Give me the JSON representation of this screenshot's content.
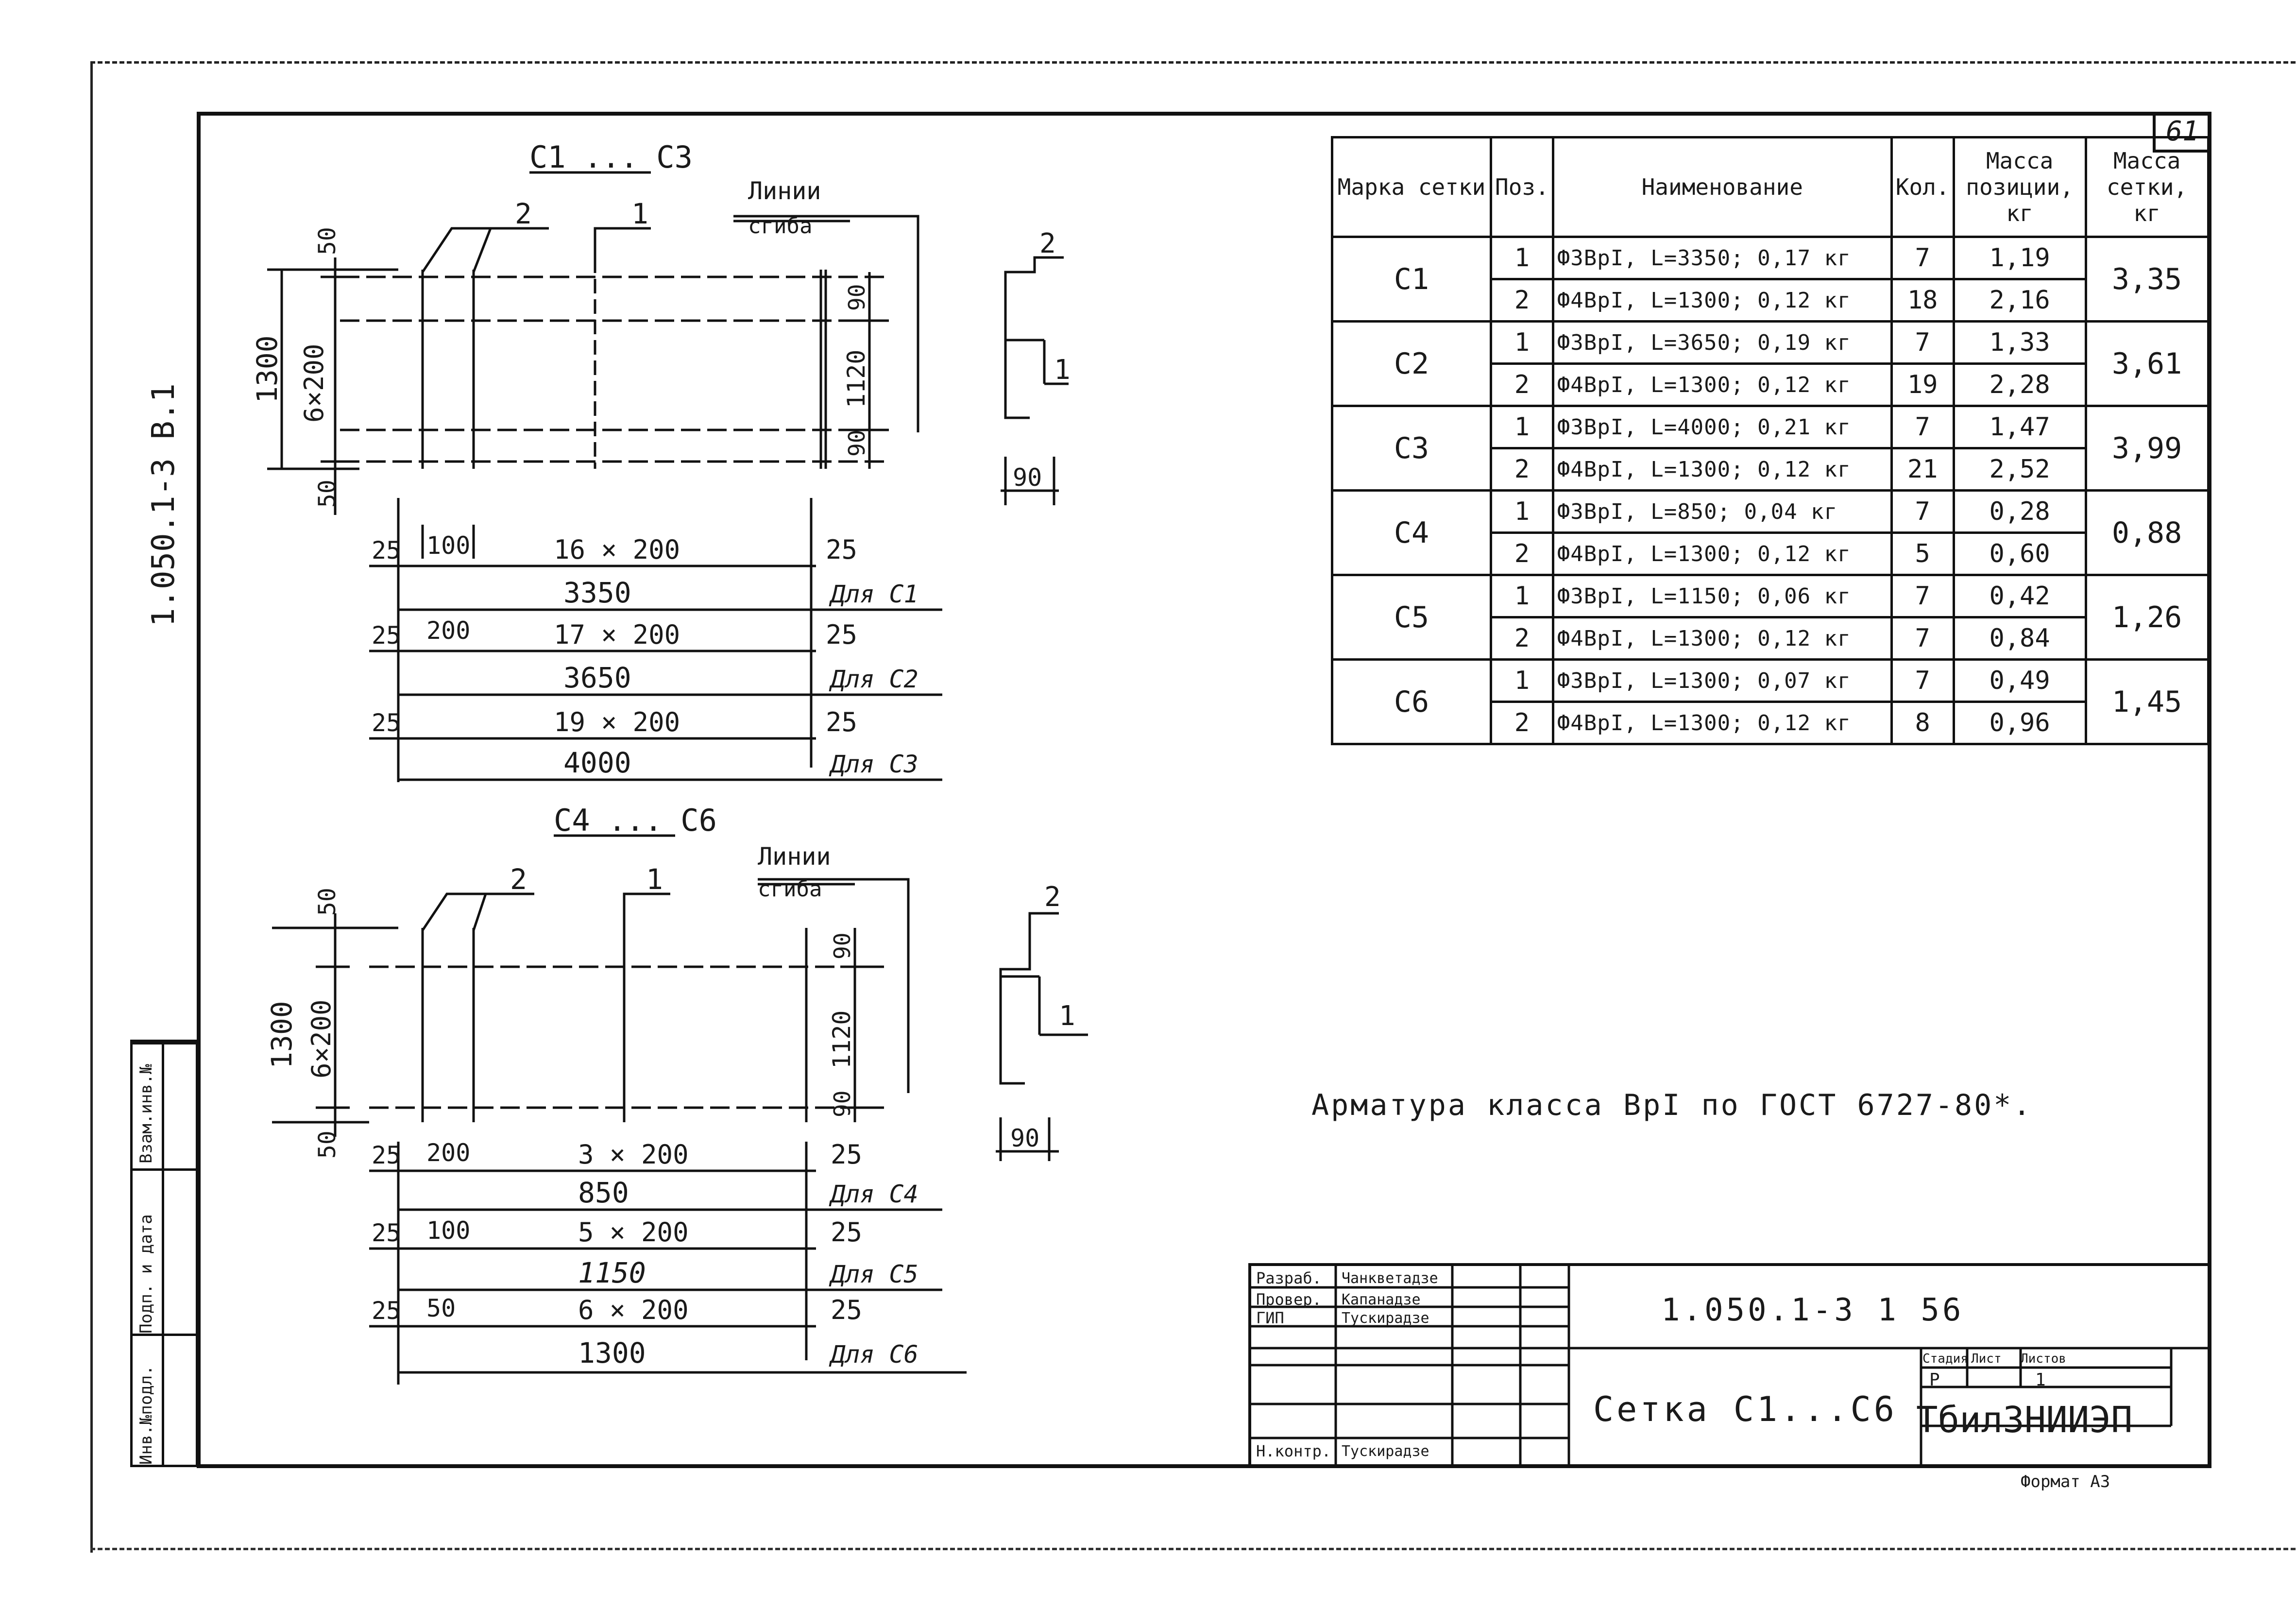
{
  "page_number": "61",
  "left_code": "1.050.1-3  B.1",
  "stamp_strip": [
    "Инв.№подл.",
    "Подп. и дата",
    "Взам.инв.№"
  ],
  "drawing_top": {
    "title": "C1 ... C3",
    "pos1": "1",
    "pos2": "2",
    "bend_label": "Линии",
    "bend_label2": "сгиба",
    "height_total": "1300",
    "height_inner": "6×200",
    "top_offset": "50",
    "bottom_offset": "50",
    "right_top": "90",
    "right_mid": "1120",
    "right_bottom": "90",
    "rows": [
      {
        "left": "25",
        "first": "100",
        "mid": "16 × 200",
        "right": "25",
        "total": "3350",
        "for": "Для C1"
      },
      {
        "left": "25",
        "first": "200",
        "mid": "17 × 200",
        "right": "25",
        "total": "3650",
        "for": "Для C2"
      },
      {
        "left": "25",
        "first": "",
        "mid": "19 × 200",
        "right": "25",
        "total": "4000",
        "for": "Для C3"
      }
    ],
    "bend_pos1": "1",
    "bend_pos2": "2",
    "bend_width": "90"
  },
  "drawing_bottom": {
    "title": "C4 ... C6",
    "pos1": "1",
    "pos2": "2",
    "bend_label": "Линии",
    "bend_label2": "сгиба",
    "height_total": "1300",
    "height_inner": "6×200",
    "top_offset": "50",
    "bottom_offset": "50",
    "right_top": "90",
    "right_mid": "1120",
    "right_bottom": "90",
    "rows": [
      {
        "left": "25",
        "first": "200",
        "mid": "3 × 200",
        "right": "25",
        "total": "850",
        "for": "Для C4"
      },
      {
        "left": "25",
        "first": "100",
        "mid": "5 × 200",
        "right": "25",
        "total": "1150",
        "for": "Для C5"
      },
      {
        "left": "25",
        "first": "50",
        "mid": "6 × 200",
        "right": "25",
        "total": "1300",
        "for": "Для C6"
      }
    ],
    "bend_pos1": "1",
    "bend_pos2": "2",
    "bend_width": "90"
  },
  "spec_table": {
    "headers": [
      "Марка сетки",
      "Поз.",
      "Наименование",
      "Кол.",
      "Масса позиции, кг",
      "Масса сетки, кг"
    ],
    "groups": [
      {
        "mark": "C1",
        "total": "3,35",
        "rows": [
          {
            "pos": "1",
            "name": "Ф3ВрI, L=3350; 0,17 кг",
            "qty": "7",
            "mass": "1,19"
          },
          {
            "pos": "2",
            "name": "Ф4ВрI, L=1300; 0,12 кг",
            "qty": "18",
            "mass": "2,16"
          }
        ]
      },
      {
        "mark": "C2",
        "total": "3,61",
        "rows": [
          {
            "pos": "1",
            "name": "Ф3ВрI, L=3650; 0,19 кг",
            "qty": "7",
            "mass": "1,33"
          },
          {
            "pos": "2",
            "name": "Ф4ВрI, L=1300; 0,12 кг",
            "qty": "19",
            "mass": "2,28"
          }
        ]
      },
      {
        "mark": "C3",
        "total": "3,99",
        "rows": [
          {
            "pos": "1",
            "name": "Ф3ВрI, L=4000; 0,21 кг",
            "qty": "7",
            "mass": "1,47"
          },
          {
            "pos": "2",
            "name": "Ф4ВрI, L=1300; 0,12 кг",
            "qty": "21",
            "mass": "2,52"
          }
        ]
      },
      {
        "mark": "C4",
        "total": "0,88",
        "rows": [
          {
            "pos": "1",
            "name": "Ф3ВрI, L=850; 0,04 кг",
            "qty": "7",
            "mass": "0,28"
          },
          {
            "pos": "2",
            "name": "Ф4ВрI, L=1300; 0,12 кг",
            "qty": "5",
            "mass": "0,60"
          }
        ]
      },
      {
        "mark": "C5",
        "total": "1,26",
        "rows": [
          {
            "pos": "1",
            "name": "Ф3ВрI, L=1150; 0,06 кг",
            "qty": "7",
            "mass": "0,42"
          },
          {
            "pos": "2",
            "name": "Ф4ВрI, L=1300; 0,12 кг",
            "qty": "7",
            "mass": "0,84"
          }
        ]
      },
      {
        "mark": "C6",
        "total": "1,45",
        "rows": [
          {
            "pos": "1",
            "name": "Ф3ВрI, L=1300; 0,07 кг",
            "qty": "7",
            "mass": "0,49"
          },
          {
            "pos": "2",
            "name": "Ф4ВрI, L=1300; 0,12 кг",
            "qty": "8",
            "mass": "0,96"
          }
        ]
      }
    ]
  },
  "note": "Арматура класса ВрI по ГОСТ 6727-80*.",
  "title_block": {
    "code": "1.050.1-3  1  56",
    "title": "Сетка C1...C6",
    "org": "ТбилЗНИИЭП",
    "stage_label": "Стадия",
    "sheet_label": "Лист",
    "sheets_label": "Листов",
    "stage": "Р",
    "sheets": "1",
    "format": "Формат А3",
    "roles": [
      {
        "role": "Разраб.",
        "name": "Чанкветадзе"
      },
      {
        "role": "Провер.",
        "name": "Капанадзе"
      },
      {
        "role": "ГИП",
        "name": "Тускирадзе"
      },
      {
        "role": "Н.контр.",
        "name": "Тускирадзе"
      }
    ]
  }
}
